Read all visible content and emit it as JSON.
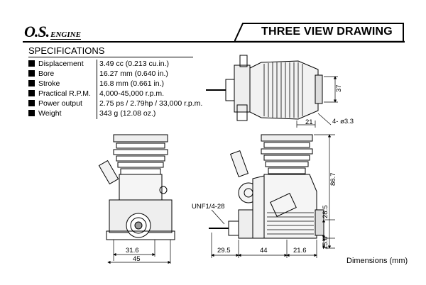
{
  "header": {
    "logo_main": "O.S.",
    "logo_sub": "ENGINE",
    "title": "THREE VIEW DRAWING"
  },
  "specifications": {
    "heading": "SPECIFICATIONS",
    "rows": [
      {
        "label": "Displacement",
        "value": "3.49 cc (0.213 cu.in.)"
      },
      {
        "label": "Bore",
        "value": "16.27 mm (0.640 in.)"
      },
      {
        "label": "Stroke",
        "value": "16.8 mm (0.661 in.)"
      },
      {
        "label": "Practical R.P.M.",
        "value": "4,000-45,000 r.p.m."
      },
      {
        "label": "Power output",
        "value": "2.75 ps / 2.79hp / 33,000 r.p.m."
      },
      {
        "label": "Weight",
        "value": "343 g (12.08 oz.)"
      }
    ]
  },
  "dimensions": {
    "top_height": "37",
    "top_width": "21",
    "mount_holes": "4- ø3.3",
    "front_inner_width": "31.6",
    "front_outer_width": "45",
    "side_thread": "UNF1/4-28",
    "side_total_height": "86.7",
    "side_mount_height": "28.5",
    "side_base_height": "15.6",
    "side_front_len": "29.5",
    "side_mid_len": "44",
    "side_rear_len": "21.6"
  },
  "caption": "Dimensions (mm)"
}
